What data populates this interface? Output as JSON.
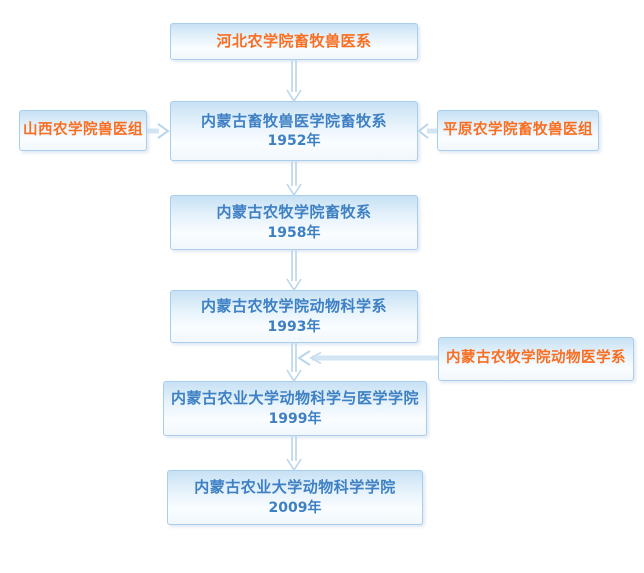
{
  "diagram": {
    "type": "flowchart",
    "background": "#ffffff",
    "colors": {
      "box_border": "#a9cdec",
      "box_fill_top": "#c7e1f4",
      "box_fill_bottom": "#f1f7fc",
      "main_text": "#3e80c4",
      "side_text": "#f96e20",
      "arrow": "#b9d6ec"
    },
    "main_nodes": [
      {
        "title": "河北农学院畜牧兽医系",
        "year": ""
      },
      {
        "title": "内蒙古畜牧兽医学院畜牧系",
        "year": "1952年"
      },
      {
        "title": "内蒙古农牧学院畜牧系",
        "year": "1958年"
      },
      {
        "title": "内蒙古农牧学院动物科学系",
        "year": "1993年"
      },
      {
        "title": "内蒙古农业大学动物科学与医学学院",
        "year": "1999年"
      },
      {
        "title": "内蒙古农业大学动物科学学院",
        "year": "2009年"
      }
    ],
    "side_nodes": [
      {
        "title": "山西农学院兽医组",
        "side": "left",
        "connects_to": "内蒙古畜牧兽医学院畜牧系"
      },
      {
        "title": "平原农学院畜牧兽医组",
        "side": "right",
        "connects_to": "内蒙古畜牧兽医学院畜牧系"
      },
      {
        "title": "内蒙古农牧学院动物医学系",
        "side": "right",
        "connects_to": "内蒙古农业大学动物科学与医学学院"
      }
    ]
  }
}
